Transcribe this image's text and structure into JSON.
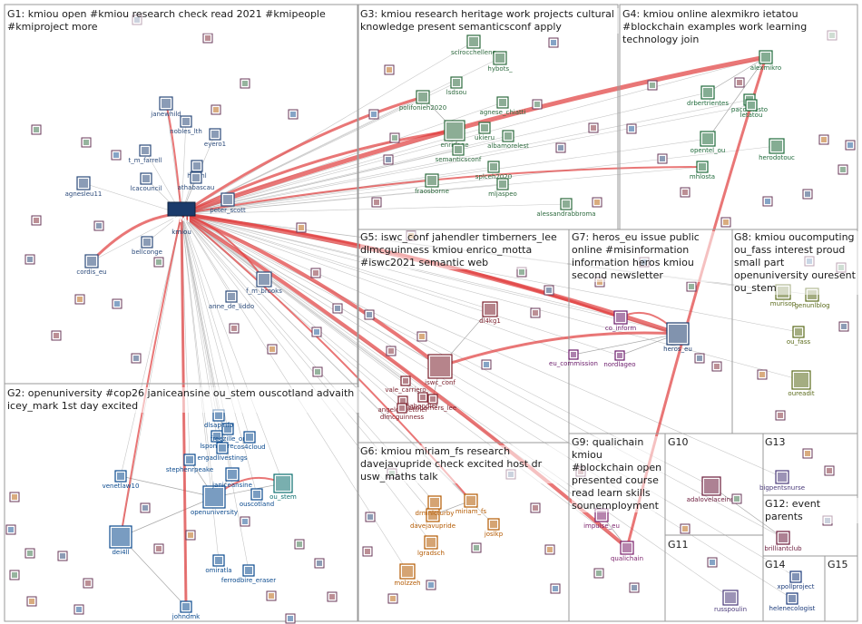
{
  "groups": [
    {
      "id": "G1",
      "title": "G1: kmiou open #kmiou research check read 2021 #kmipeople #kmiproject more"
    },
    {
      "id": "G2",
      "title": "G2: openuniversity #cop26 janiceansine ou_stem ouscotland advaith icey_mark 1st day excited"
    },
    {
      "id": "G3",
      "title": "G3: kmiou research heritage work projects cultural knowledge present semanticsconf apply"
    },
    {
      "id": "G4",
      "title": "G4: kmiou online alexmikro ietatou #blockchain examples work learning technology join"
    },
    {
      "id": "G5",
      "title": "G5: iswc_conf jahendler timberners_lee dlmcguinness kmiou enrico_motta #iswc2021 semantic web"
    },
    {
      "id": "G6",
      "title": "G6: kmiou miriam_fs research davejavupride check excited host dr usw_maths talk"
    },
    {
      "id": "G7",
      "title": "G7: heros_eu issue public online #misinformation information heros kmiou second newsletter"
    },
    {
      "id": "G8",
      "title": "G8: kmiou oucomputing ou_fass interest proud small part openuniversity ouresent ou_stem"
    },
    {
      "id": "G9",
      "title": "G9: qualichain kmiou #blockchain open presented course read learn skills sounemployment"
    },
    {
      "id": "G10",
      "title": "G10"
    },
    {
      "id": "G11",
      "title": "G11"
    },
    {
      "id": "G12",
      "title": "G12: event parents"
    },
    {
      "id": "G13",
      "title": "G13"
    },
    {
      "id": "G14",
      "title": "G14"
    },
    {
      "id": "G15",
      "title": "G15"
    }
  ],
  "nodes": [
    {
      "label": "kmiou",
      "color": "#1a3a6b",
      "hub": true
    },
    {
      "label": "janewhild",
      "color": "#2b4a7a"
    },
    {
      "label": "nobles_lth",
      "color": "#2b4a7a"
    },
    {
      "label": "eyero1",
      "color": "#2b4a7a"
    },
    {
      "label": "t_m_farrell",
      "color": "#2b4a7a"
    },
    {
      "label": "helenl",
      "color": "#2b4a7a"
    },
    {
      "label": "athabascau",
      "color": "#2b4a7a"
    },
    {
      "label": "agnesleu11",
      "color": "#2b4a7a"
    },
    {
      "label": "lcacouncil",
      "color": "#2b4a7a"
    },
    {
      "label": "peter_scott",
      "color": "#2b4a7a"
    },
    {
      "label": "bellconge",
      "color": "#2b4a7a"
    },
    {
      "label": "cordis_eu",
      "color": "#2b4a7a"
    },
    {
      "label": "f_m_brooks",
      "color": "#2b4a7a"
    },
    {
      "label": "anne_de_liddo",
      "color": "#2b4a7a"
    },
    {
      "label": "scirocchelleng",
      "color": "#2d6a3e"
    },
    {
      "label": "hybots_",
      "color": "#2d6a3e"
    },
    {
      "label": "lsdsou",
      "color": "#2d6a3e"
    },
    {
      "label": "polifonieh2020",
      "color": "#2d6a3e"
    },
    {
      "label": "agnese_chiatti",
      "color": "#2d6a3e"
    },
    {
      "label": "ukieru",
      "color": "#2d6a3e"
    },
    {
      "label": "enridage",
      "color": "#2d6a3e"
    },
    {
      "label": "albamorelest",
      "color": "#2d6a3e"
    },
    {
      "label": "semanticsconf",
      "color": "#2d6a3e"
    },
    {
      "label": "splceh2020",
      "color": "#2d6a3e"
    },
    {
      "label": "fraosborne",
      "color": "#2d6a3e"
    },
    {
      "label": "mljaspeo",
      "color": "#2d6a3e"
    },
    {
      "label": "alessandrabbroma",
      "color": "#2d6a3e"
    },
    {
      "label": "alexmikro",
      "color": "#1f6a3b"
    },
    {
      "label": "drbertrientes",
      "color": "#1f6a3b"
    },
    {
      "label": "pacolinesto",
      "color": "#1f6a3b"
    },
    {
      "label": "letatou",
      "color": "#1f6a3b"
    },
    {
      "label": "opentel_ou",
      "color": "#1f6a3b"
    },
    {
      "label": "herodotouc",
      "color": "#1f6a3b"
    },
    {
      "label": "mhlosta",
      "color": "#1f6a3b"
    },
    {
      "label": "iswc_conf",
      "color": "#7a1f2b"
    },
    {
      "label": "dl4kg1",
      "color": "#7a1f2b"
    },
    {
      "label": "vale_carriero",
      "color": "#7a1f2b"
    },
    {
      "label": "angeloaslettner",
      "color": "#7a1f2b"
    },
    {
      "label": "timberners_lee",
      "color": "#7a1f2b"
    },
    {
      "label": "jahendler",
      "color": "#7a1f2b"
    },
    {
      "label": "dlmcguinness",
      "color": "#7a1f2b"
    },
    {
      "label": "heros_eu",
      "color": "#1a3a6b"
    },
    {
      "label": "co_inform",
      "color": "#6a1a6a"
    },
    {
      "label": "eu_commission",
      "color": "#6a1a6a"
    },
    {
      "label": "nordlageo",
      "color": "#6a1a6a"
    },
    {
      "label": "murisop",
      "color": "#5a6a1a"
    },
    {
      "label": "genunlblog",
      "color": "#5a6a1a"
    },
    {
      "label": "ou_fass",
      "color": "#5a6a1a"
    },
    {
      "label": "oureadit",
      "color": "#5a6a1a"
    },
    {
      "label": "ou_stem",
      "color": "#0b6e6e"
    },
    {
      "label": "openuniversity",
      "color": "#0b4a8e"
    },
    {
      "label": "janiceansine",
      "color": "#0b4a8e"
    },
    {
      "label": "ouscotland",
      "color": "#0b4a8e"
    },
    {
      "label": "stephenrpeake",
      "color": "#0b4a8e"
    },
    {
      "label": "lsponature",
      "color": "#0b4a8e"
    },
    {
      "label": "engadlivestings",
      "color": "#0b4a8e"
    },
    {
      "label": "freezille_or",
      "color": "#0b4a8e"
    },
    {
      "label": "cos4cloud",
      "color": "#0b4a8e"
    },
    {
      "label": "venetlaw10",
      "color": "#0b4a8e"
    },
    {
      "label": "dei4ll",
      "color": "#0b4a8e"
    },
    {
      "label": "omiratla",
      "color": "#0b4a8e"
    },
    {
      "label": "ferrodbire_eraser",
      "color": "#0b4a8e"
    },
    {
      "label": "johndmk",
      "color": "#0b4a8e"
    },
    {
      "label": "dlsapinfo",
      "color": "#0b4a8e"
    },
    {
      "label": "miriam_fs",
      "color": "#b35900"
    },
    {
      "label": "davejavupride",
      "color": "#b35900"
    },
    {
      "label": "drmnlcturby",
      "color": "#b35900"
    },
    {
      "label": "joslkp",
      "color": "#b35900"
    },
    {
      "label": "lgradsch",
      "color": "#b35900"
    },
    {
      "label": "molzzeh",
      "color": "#b35900"
    },
    {
      "label": "qualichain",
      "color": "#7a1f6a"
    },
    {
      "label": "impulse_eu",
      "color": "#7a1f6a"
    },
    {
      "label": "adalovelaceinst",
      "color": "#6a1a3a"
    },
    {
      "label": "russpoulin",
      "color": "#4a3a7a"
    },
    {
      "label": "bigpentsnurse",
      "color": "#4a3a7a"
    },
    {
      "label": "brilliantclub",
      "color": "#6a1a3a"
    },
    {
      "label": "xpollproject",
      "color": "#1a3a7a"
    },
    {
      "label": "helenecologist",
      "color": "#1a3a7a"
    }
  ]
}
